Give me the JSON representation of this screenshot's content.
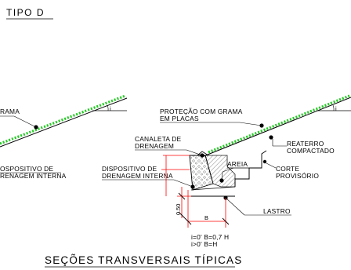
{
  "title": "TIPO D",
  "footer_title": "SEÇÕES TRANSVERSAIS TÍPICAS",
  "left_detail": {
    "grass_label": "RAMA",
    "drain_label_1": "OSPOSITIVO DE",
    "drain_label_2": "RENAGEM INTERNA",
    "slope_symbol": "i"
  },
  "right_detail": {
    "grass_label_1": "PROTEÇÃO COM GRAMA",
    "grass_label_2": "EM PLACAS",
    "channel_label_1": "CANALETA DE",
    "channel_label_2": "DRENAGEM",
    "backfill_label_1": "REATERRO",
    "backfill_label_2": "COMPACTADO",
    "sand_label": "AREIA",
    "cut_label_1": "CORTE",
    "cut_label_2": "PROVISÓRIO",
    "drain_label_1": "DISPOSITIVO DE",
    "drain_label_2": "DRENAGEM INTERNA",
    "ballast_label": "LASTRO",
    "dim_height": "0.50",
    "dim_width": "B",
    "slope_symbol": "i"
  },
  "notes": {
    "line_1": "i=0'  B=0,7  H",
    "line_2": "i>0'  B=H"
  },
  "colors": {
    "line": "#000000",
    "grass": "#22cc22",
    "dimension": "#ff0000",
    "hatch": "#9a9a9a"
  }
}
